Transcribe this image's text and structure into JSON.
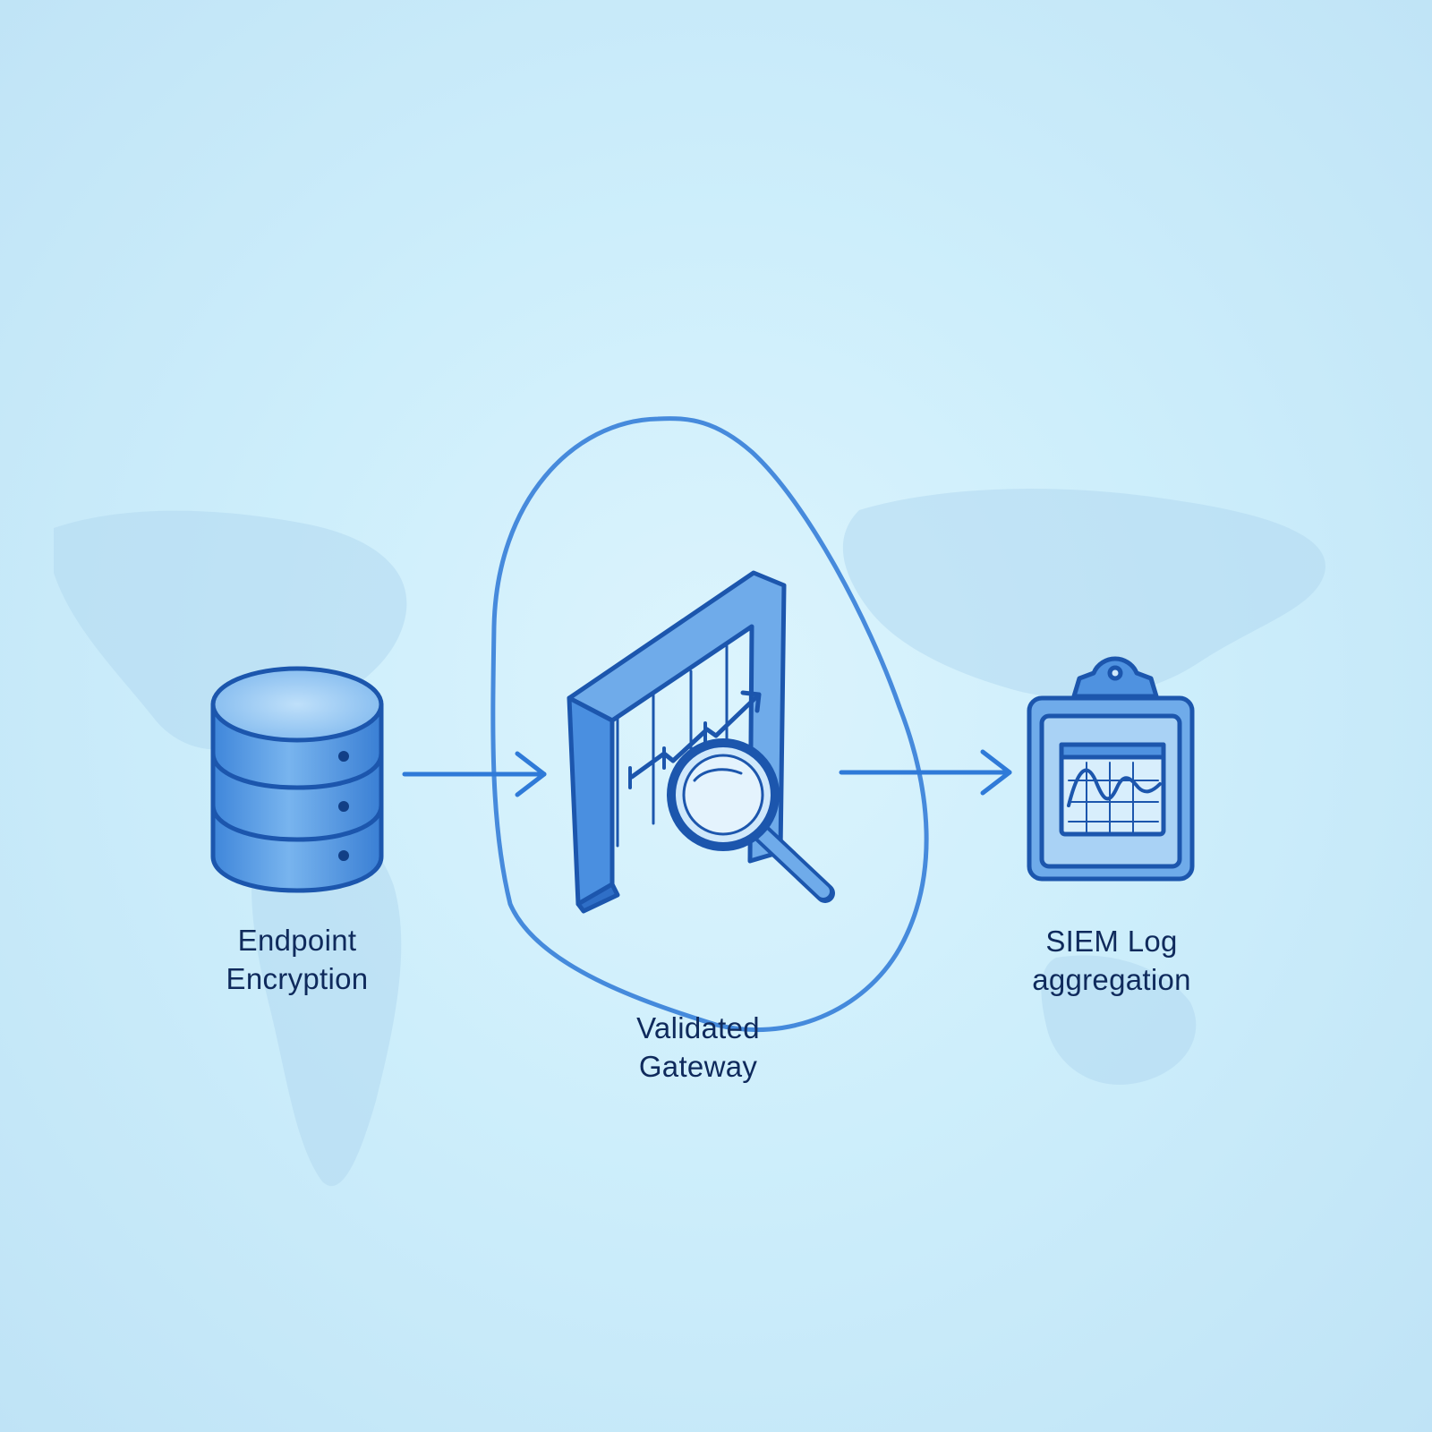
{
  "nodes": [
    {
      "id": "endpoint",
      "icon": "database-icon",
      "lines": [
        "Endpoint",
        "Encryption"
      ]
    },
    {
      "id": "gateway",
      "icon": "gateway-magnifier-icon",
      "lines": [
        "Validated",
        "Gateway"
      ]
    },
    {
      "id": "siem",
      "icon": "clipboard-chart-icon",
      "lines": [
        "SIEM Log",
        "aggregation"
      ]
    }
  ],
  "edges": [
    {
      "from": "endpoint",
      "to": "gateway"
    },
    {
      "from": "gateway",
      "to": "siem"
    }
  ],
  "colors": {
    "stroke": "#1f62c4",
    "fill": "#4a93e2",
    "fill_light": "#8fc3f2",
    "text": "#0f2a5c",
    "background": "#cdeefb"
  }
}
